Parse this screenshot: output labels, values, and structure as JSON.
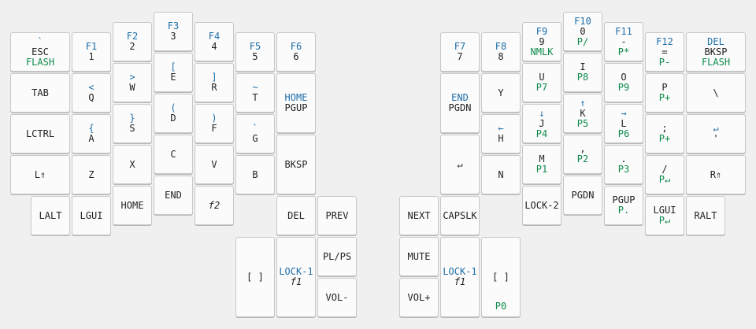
{
  "colors": {
    "layer_1": "#1e6ea8",
    "layer_2": "#0e8a4b",
    "base": "#222222",
    "background": "#f0f0f0"
  },
  "keys": [
    {
      "top": "`",
      "main": "ESC",
      "bot": "FLASH"
    },
    {
      "top": "F1",
      "main": "1",
      "bot": ""
    },
    {
      "top": "F2",
      "main": "2",
      "bot": ""
    },
    {
      "top": "F3",
      "main": "3",
      "bot": ""
    },
    {
      "top": "F4",
      "main": "4",
      "bot": ""
    },
    {
      "top": "F5",
      "main": "5",
      "bot": ""
    },
    {
      "top": "F6",
      "main": "6",
      "bot": ""
    },
    {
      "top": "",
      "main": "TAB",
      "bot": ""
    },
    {
      "top": "<",
      "main": "Q",
      "bot": ""
    },
    {
      "top": ">",
      "main": "W",
      "bot": ""
    },
    {
      "top": "[",
      "main": "E",
      "bot": ""
    },
    {
      "top": "]",
      "main": "R",
      "bot": ""
    },
    {
      "top": "~",
      "main": "T",
      "bot": ""
    },
    {
      "top": "HOME",
      "main": "PGUP",
      "bot": ""
    },
    {
      "top": "",
      "main": "LCTRL",
      "bot": ""
    },
    {
      "top": "{",
      "main": "A",
      "bot": ""
    },
    {
      "top": "}",
      "main": "S",
      "bot": ""
    },
    {
      "top": "(",
      "main": "D",
      "bot": ""
    },
    {
      "top": ")",
      "main": "F",
      "bot": ""
    },
    {
      "top": "`",
      "main": "G",
      "bot": ""
    },
    {
      "top": "",
      "main": "BKSP",
      "bot": ""
    },
    {
      "top": "",
      "main": "L⇑",
      "bot": ""
    },
    {
      "top": "",
      "main": "Z",
      "bot": ""
    },
    {
      "top": "",
      "main": "X",
      "bot": ""
    },
    {
      "top": "",
      "main": "C",
      "bot": ""
    },
    {
      "top": "",
      "main": "V",
      "bot": ""
    },
    {
      "top": "",
      "main": "B",
      "bot": ""
    },
    {
      "top": "",
      "main": "LALT",
      "bot": ""
    },
    {
      "top": "",
      "main": "LGUI",
      "bot": ""
    },
    {
      "top": "",
      "main": "HOME",
      "bot": ""
    },
    {
      "top": "",
      "main": "END",
      "bot": ""
    },
    {
      "top": "",
      "main": "f2",
      "bot": ""
    },
    {
      "top": "",
      "main": "DEL",
      "bot": ""
    },
    {
      "top": "",
      "main": "PREV",
      "bot": ""
    },
    {
      "top": "",
      "main": "[ ]",
      "bot": ""
    },
    {
      "top": "LOCK-1",
      "main": "f1",
      "bot": ""
    },
    {
      "top": "",
      "main": "PL/PS",
      "bot": ""
    },
    {
      "top": "",
      "main": "VOL-",
      "bot": ""
    },
    {
      "top": "F7",
      "main": "7",
      "bot": ""
    },
    {
      "top": "F8",
      "main": "8",
      "bot": ""
    },
    {
      "top": "F9",
      "main": "9",
      "bot": "NMLK"
    },
    {
      "top": "F10",
      "main": "0",
      "bot": "P/"
    },
    {
      "top": "F11",
      "main": "-",
      "bot": "P*"
    },
    {
      "top": "F12",
      "main": "=",
      "bot": "P-"
    },
    {
      "top": "DEL",
      "main": "BKSP",
      "bot": "FLASH"
    },
    {
      "top": "END",
      "main": "PGDN",
      "bot": ""
    },
    {
      "top": "",
      "main": "Y",
      "bot": ""
    },
    {
      "top": "",
      "main": "U",
      "bot": "P7"
    },
    {
      "top": "",
      "main": "I",
      "bot": "P8"
    },
    {
      "top": "",
      "main": "O",
      "bot": "P9"
    },
    {
      "top": "",
      "main": "P",
      "bot": "P+"
    },
    {
      "top": "",
      "main": "\\",
      "bot": ""
    },
    {
      "top": "←",
      "main": "H",
      "bot": ""
    },
    {
      "top": "↓",
      "main": "J",
      "bot": "P4"
    },
    {
      "top": "↑",
      "main": "K",
      "bot": "P5"
    },
    {
      "top": "→",
      "main": "L",
      "bot": "P6"
    },
    {
      "top": "",
      "main": ";",
      "bot": "P+"
    },
    {
      "top": "↵",
      "main": "'",
      "bot": ""
    },
    {
      "top": "",
      "main": "↵",
      "bot": ""
    },
    {
      "top": "",
      "main": "N",
      "bot": ""
    },
    {
      "top": "",
      "main": "M",
      "bot": "P1"
    },
    {
      "top": "",
      "main": ",",
      "bot": "P2"
    },
    {
      "top": "",
      "main": ".",
      "bot": "P3"
    },
    {
      "top": "",
      "main": "/",
      "bot": "P↵"
    },
    {
      "top": "",
      "main": "R⇑",
      "bot": ""
    },
    {
      "top": "",
      "main": "LOCK-2",
      "bot": ""
    },
    {
      "top": "",
      "main": "PGDN",
      "bot": ""
    },
    {
      "top": "",
      "main": "PGUP",
      "bot": "P."
    },
    {
      "top": "",
      "main": "LGUI",
      "bot": "P↵"
    },
    {
      "top": "",
      "main": "RALT",
      "bot": ""
    },
    {
      "top": "",
      "main": "NEXT",
      "bot": ""
    },
    {
      "top": "",
      "main": "CAPSLK",
      "bot": ""
    },
    {
      "top": "",
      "main": "MUTE",
      "bot": ""
    },
    {
      "top": "LOCK-1",
      "main": "f1",
      "bot": ""
    },
    {
      "top": "",
      "main": "[ ]",
      "bot": "P0"
    },
    {
      "top": "",
      "main": "VOL+",
      "bot": ""
    }
  ]
}
